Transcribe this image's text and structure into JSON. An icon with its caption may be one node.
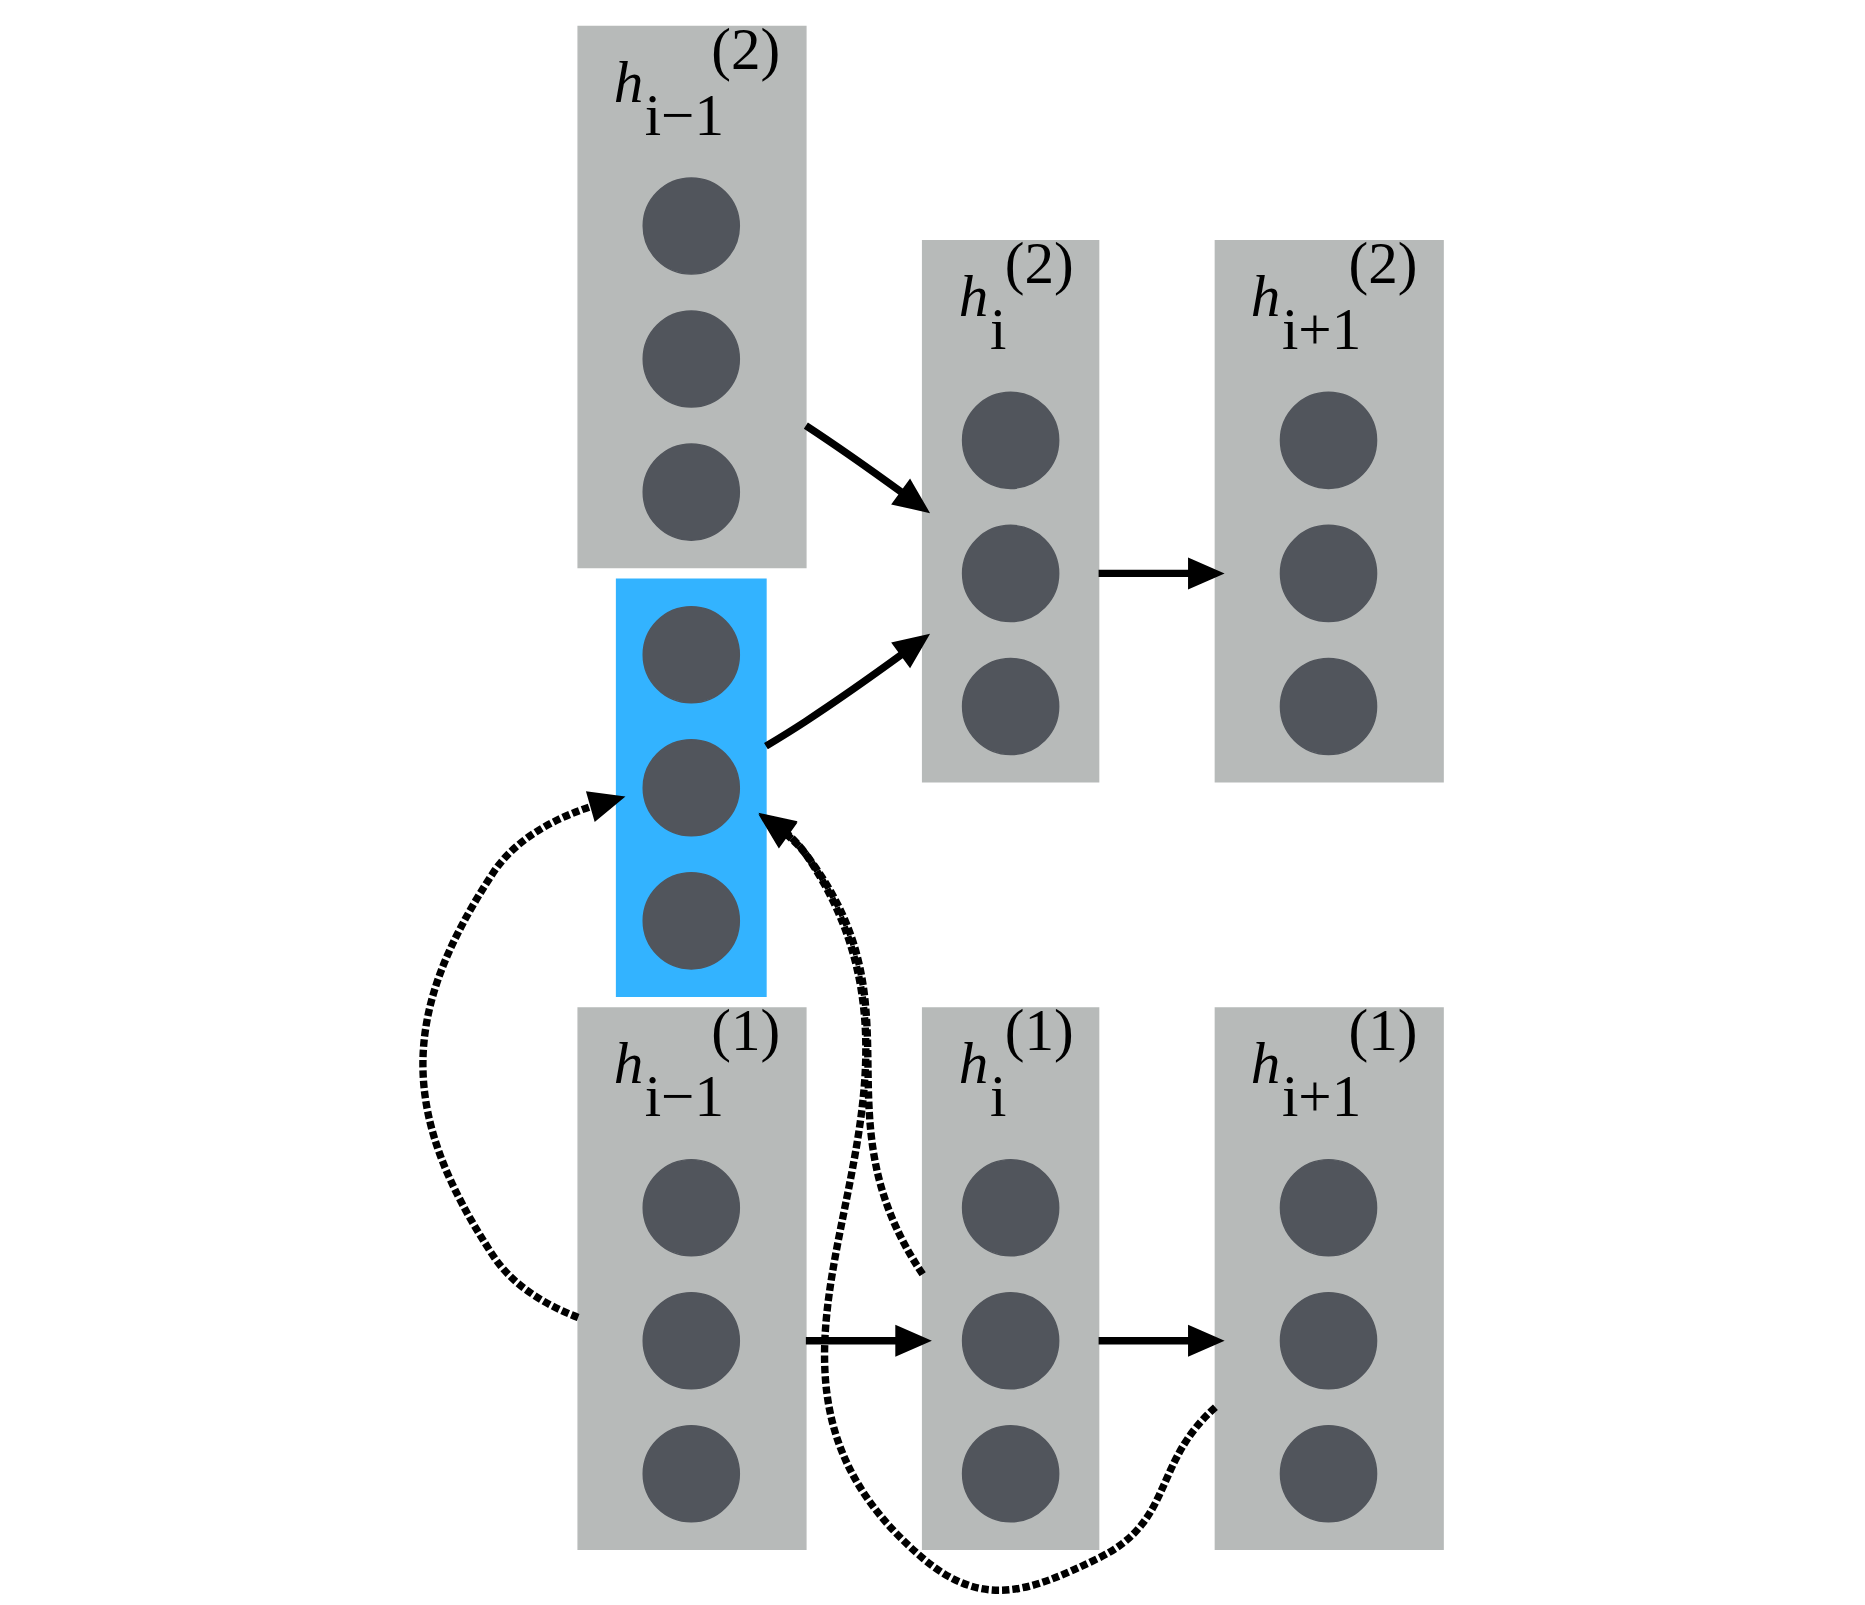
{
  "diagram": {
    "nodes": [
      {
        "text": [],
        "shape": "box",
        "beside": [
          "h$_{i−1}$$^{(2)}$"
        ]
      },
      {
        "text": [],
        "shape": "circle",
        "in": 0
      },
      {
        "text": [],
        "shape": "circle",
        "in": 0
      },
      {
        "text": [],
        "shape": "circle",
        "in": 0
      },
      {
        "text": [],
        "shape": "box",
        "beside": [
          "h$_{i}$$^{(2)}$"
        ]
      },
      {
        "text": [],
        "shape": "circle",
        "in": 4
      },
      {
        "text": [],
        "shape": "circle",
        "in": 4
      },
      {
        "text": [],
        "shape": "circle",
        "in": 4
      },
      {
        "text": [],
        "shape": "box",
        "beside": [
          "h$_{i+1}$$^{(2)}$"
        ]
      },
      {
        "text": [],
        "shape": "circle",
        "in": 8
      },
      {
        "text": [],
        "shape": "circle",
        "in": 8
      },
      {
        "text": [],
        "shape": "circle",
        "in": 8
      },
      {
        "text": [],
        "shape": "box"
      },
      {
        "text": [],
        "shape": "circle",
        "in": 12
      },
      {
        "text": [],
        "shape": "circle",
        "in": 12
      },
      {
        "text": [],
        "shape": "circle",
        "in": 12
      },
      {
        "text": [],
        "shape": "box",
        "beside": [
          "h$_{i−1}$$^{(1)}$"
        ]
      },
      {
        "text": [],
        "shape": "circle",
        "in": 16
      },
      {
        "text": [],
        "shape": "circle",
        "in": 16
      },
      {
        "text": [],
        "shape": "circle",
        "in": 16
      },
      {
        "text": [],
        "shape": "box",
        "beside": [
          "h$_{i}$$^{(1)}$"
        ]
      },
      {
        "text": [],
        "shape": "circle",
        "in": 20
      },
      {
        "text": [],
        "shape": "circle",
        "in": 20
      },
      {
        "text": [],
        "shape": "circle",
        "in": 20
      },
      {
        "text": [],
        "shape": "box",
        "beside": [
          "h$_{i+1}$$^{(1)}$"
        ]
      },
      {
        "text": [],
        "shape": "circle",
        "in": 24
      },
      {
        "text": [],
        "shape": "circle",
        "in": 24
      },
      {
        "text": [],
        "shape": "circle",
        "in": 24
      }
    ],
    "edges": [
      {
        "from": 0,
        "to": 4,
        "arrow": "to"
      },
      {
        "from": 4,
        "to": 8,
        "arrow": "to"
      },
      {
        "from": 12,
        "to": 4,
        "arrow": "to"
      },
      {
        "from": 16,
        "to": 12,
        "arrow": "to",
        "style": "dashed"
      },
      {
        "from": 20,
        "to": 12,
        "arrow": "to",
        "style": "dashed"
      },
      {
        "from": 24,
        "to": 12,
        "arrow": "to",
        "style": "dashed"
      },
      {
        "from": 16,
        "to": 20,
        "arrow": "to"
      },
      {
        "from": 20,
        "to": 24,
        "arrow": "to"
      }
    ]
  }
}
